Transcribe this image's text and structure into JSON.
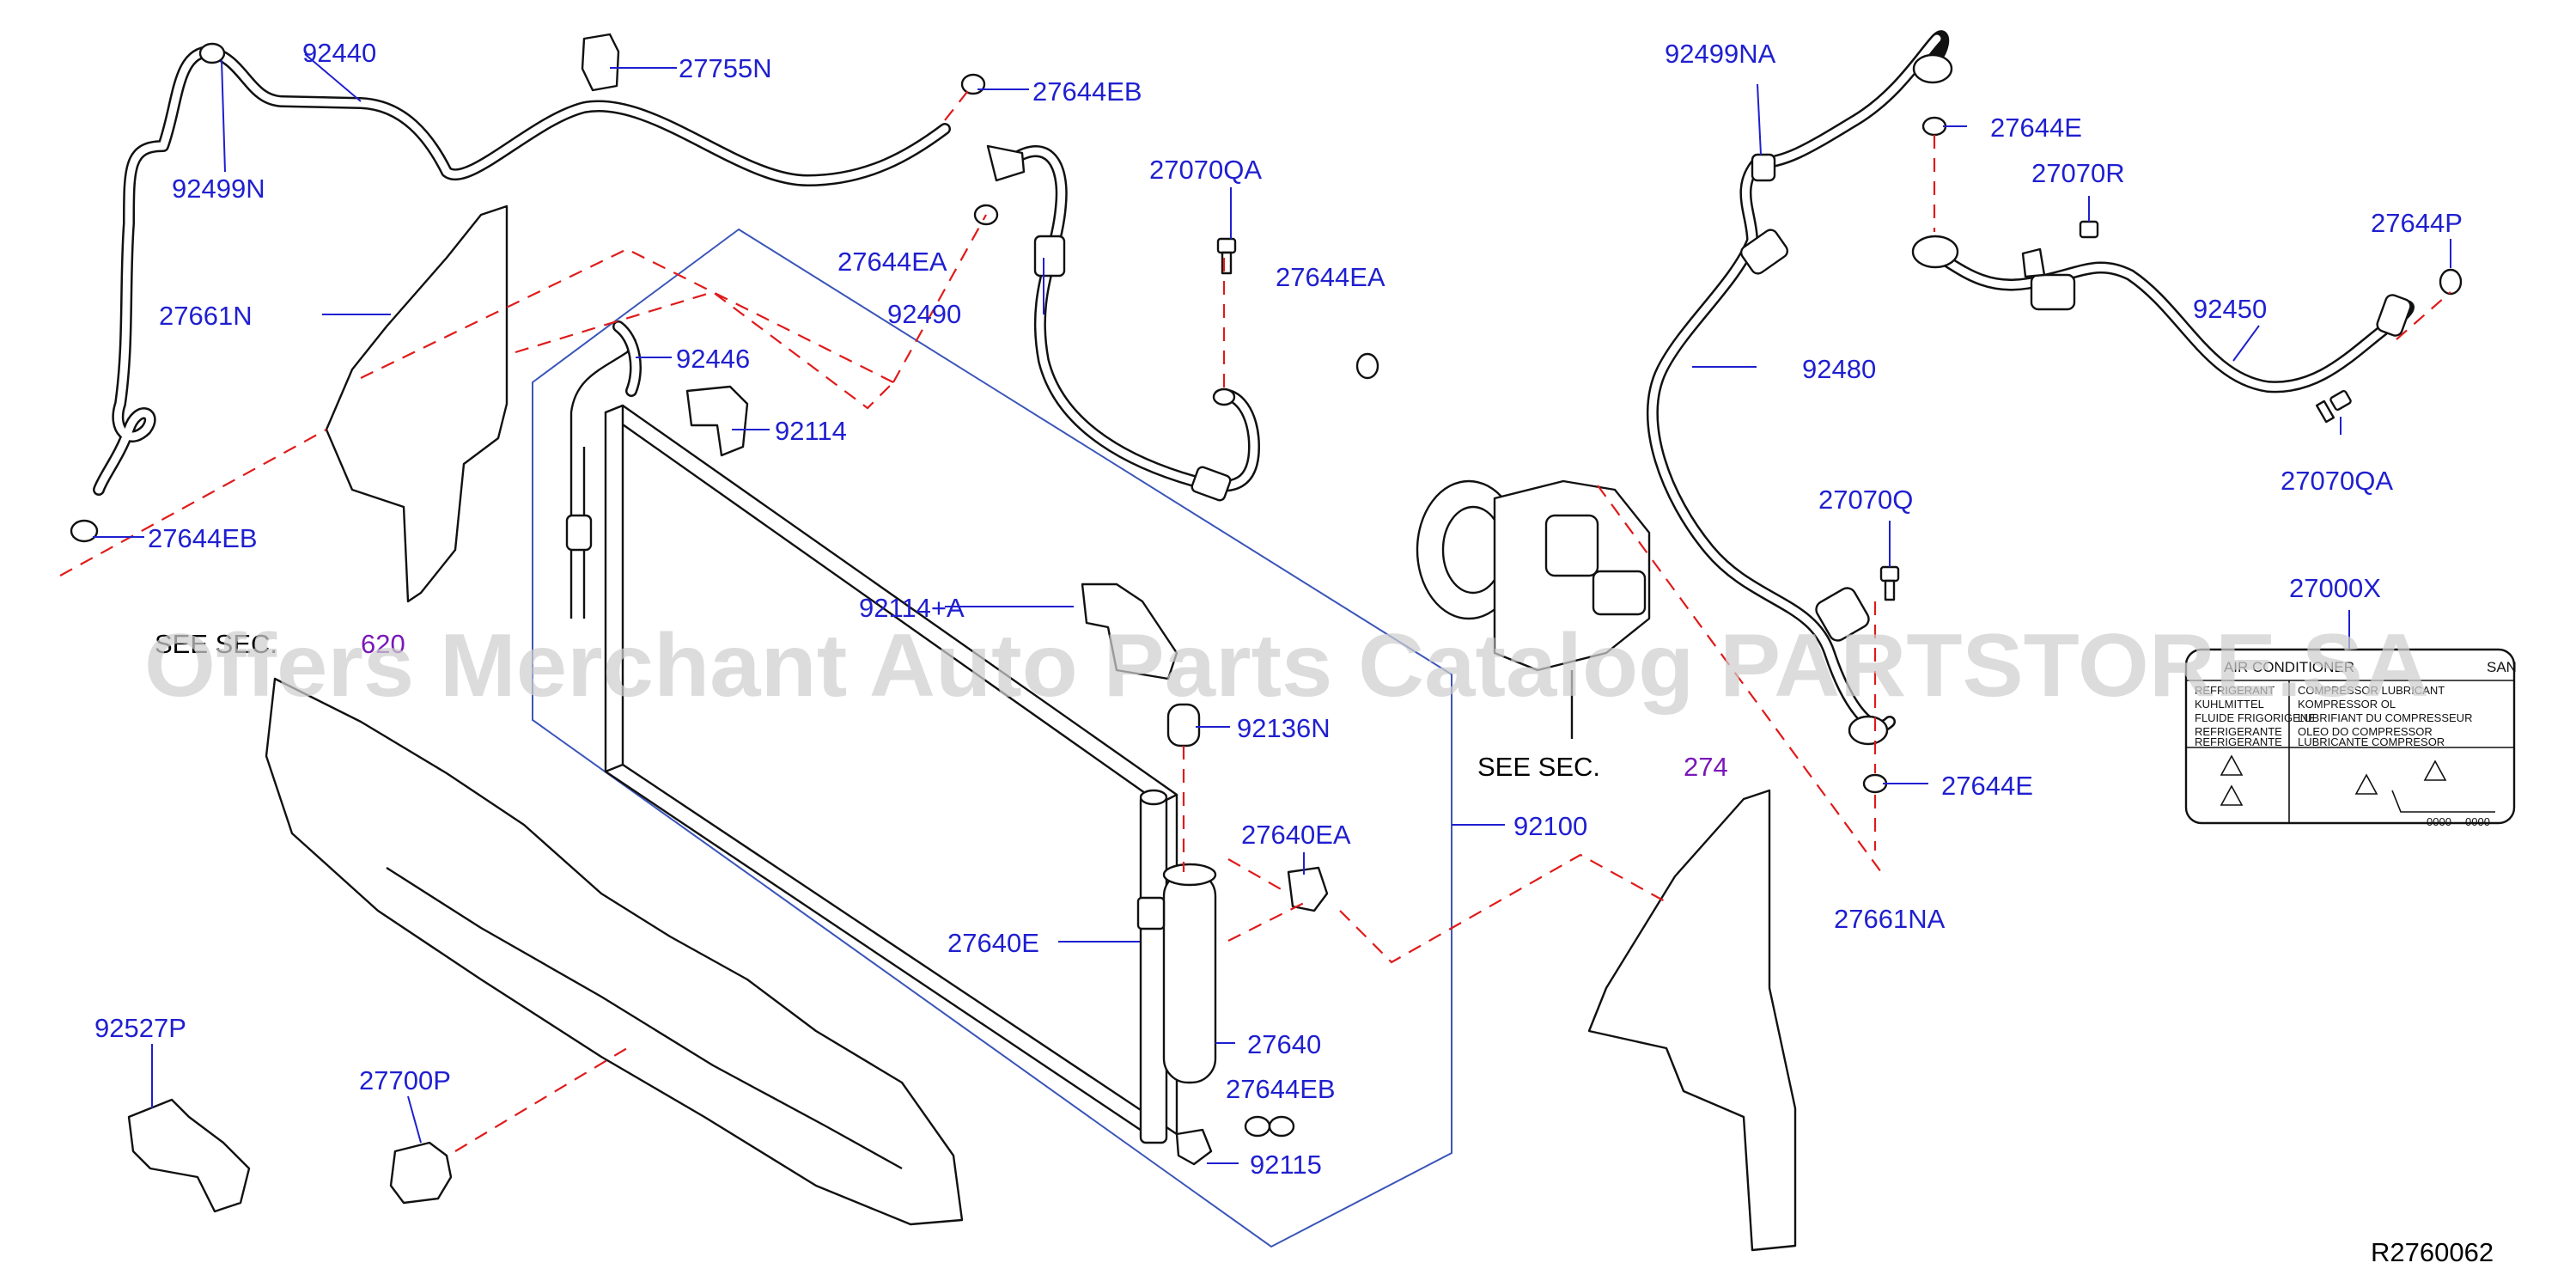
{
  "parts": {
    "p92440": "92440",
    "p27755N": "27755N",
    "p27644EB_top": "27644EB",
    "p92499N": "92499N",
    "p27070QA_top": "27070QA",
    "p27644EA_left": "27644EA",
    "p27644EA_right": "27644EA",
    "p92490": "92490",
    "p27661N": "27661N",
    "p92446": "92446",
    "p92114": "92114",
    "p27644EB_left": "27644EB",
    "p92114A": "92114+A",
    "p92136N": "92136N",
    "p92100": "92100",
    "p27640EA": "27640EA",
    "p27640E": "27640E",
    "p27640": "27640",
    "p27644EB_bottom": "27644EB",
    "p92115": "92115",
    "p92527P": "92527P",
    "p27700P": "27700P",
    "p92499NA": "92499NA",
    "p27644E_top": "27644E",
    "p27070R": "27070R",
    "p27644P": "27644P",
    "p92450": "92450",
    "p92480": "92480",
    "p27070QA_right": "27070QA",
    "p27070Q": "27070Q",
    "p27000X": "27000X",
    "p27644E_bottom": "27644E",
    "p27661NA": "27661NA"
  },
  "see_sec_left": {
    "text": "SEE  SEC.",
    "num": "620"
  },
  "see_sec_right": {
    "text": "SEE   SEC.",
    "num": "274"
  },
  "diagram_ref": "R2760062",
  "watermark": "Offers Merchant Auto Parts Catalog PARTSTORE.SA",
  "ac_label": {
    "header_left": "AIR   CONDITIONER",
    "header_right": "SAN",
    "left_col": [
      "REFRIGERANT",
      "KUHLMITTEL",
      "FLUIDE     FRIGORIGENE",
      "REFRIGERANTE",
      "REFRIGERANTE"
    ],
    "right_col": [
      "COMPRESSOR  LUBRICANT",
      "KOMPRESSOR    OL",
      "LUBRIFIANT    DU    COMPRESSEUR",
      "OLEO     DO     COMPRESSOR",
      "LUBRICANTE     COMPRESOR"
    ],
    "code_a": "0000",
    "code_b": "0000"
  },
  "colors": {
    "label_blue": "#1f1fd0",
    "dash_red": "#e01a1a",
    "frame_blue": "#3a55b8",
    "section_purple": "#7a18b8"
  }
}
